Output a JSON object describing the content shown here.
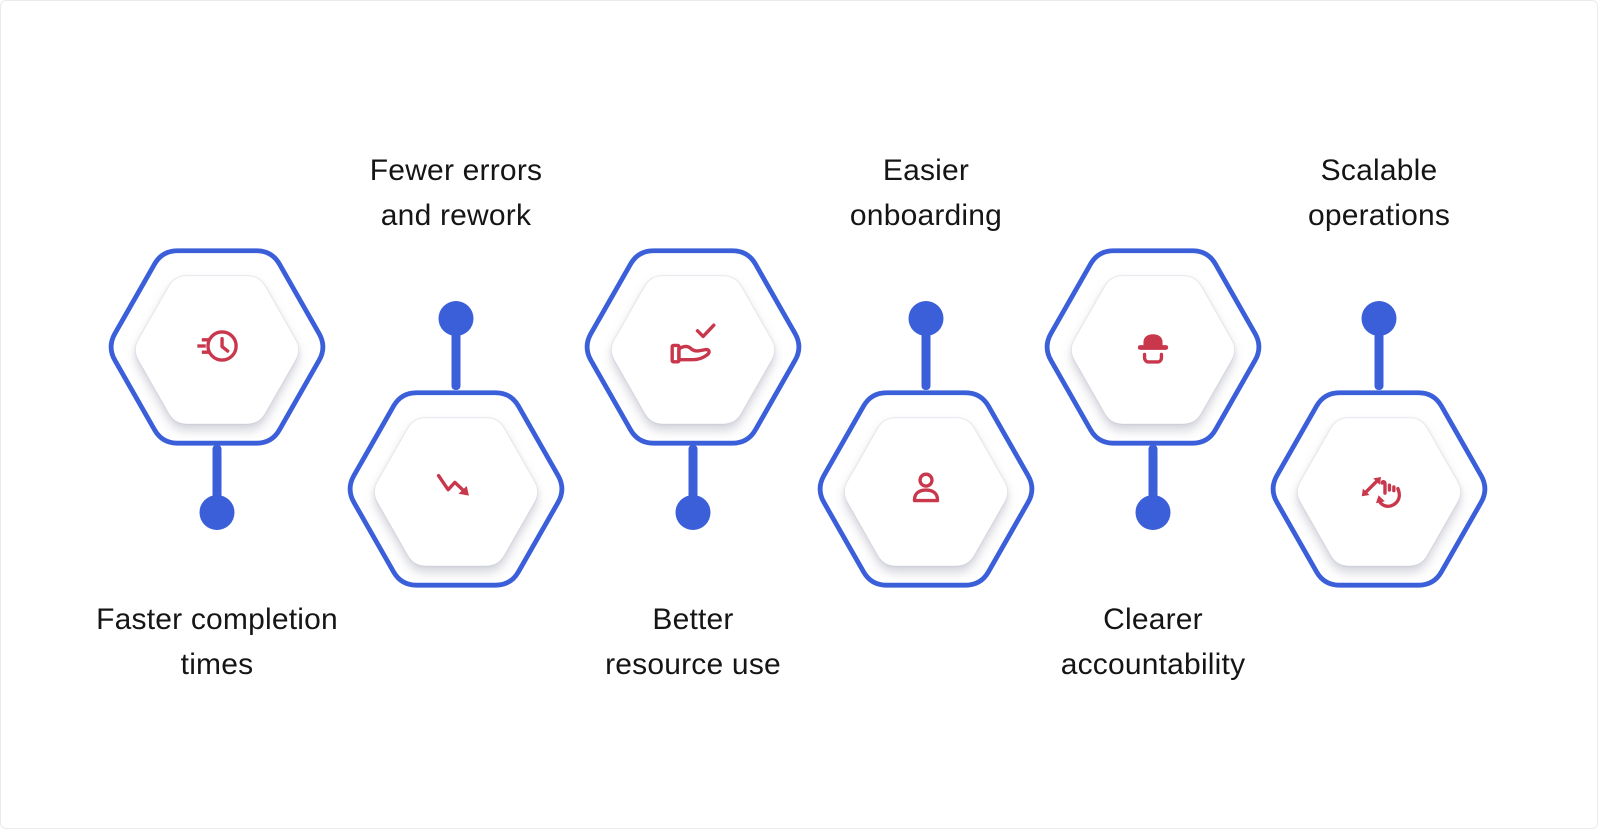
{
  "theme": {
    "accent_blue": "#3A5FD9",
    "accent_red": "#C9374C",
    "text_color": "#151515",
    "background": "#ffffff"
  },
  "benefits": [
    {
      "label": "Faster completion times",
      "label_lines": [
        "Faster completion",
        "times"
      ],
      "icon": "fast-clock-icon",
      "position": "up"
    },
    {
      "label": "Fewer errors and rework",
      "label_lines": [
        "Fewer errors",
        "and rework"
      ],
      "icon": "trend-down-icon",
      "position": "down"
    },
    {
      "label": "Better resource use",
      "label_lines": [
        "Better",
        "resource use"
      ],
      "icon": "hand-check-icon",
      "position": "up"
    },
    {
      "label": "Easier onboarding",
      "label_lines": [
        "Easier",
        "onboarding"
      ],
      "icon": "person-icon",
      "position": "down"
    },
    {
      "label": "Clearer accountability",
      "label_lines": [
        "Clearer",
        "accountability"
      ],
      "icon": "bowler-hat-icon",
      "position": "up"
    },
    {
      "label": "Scalable operations",
      "label_lines": [
        "Scalable",
        "operations"
      ],
      "icon": "pinch-scale-icon",
      "position": "down"
    }
  ]
}
